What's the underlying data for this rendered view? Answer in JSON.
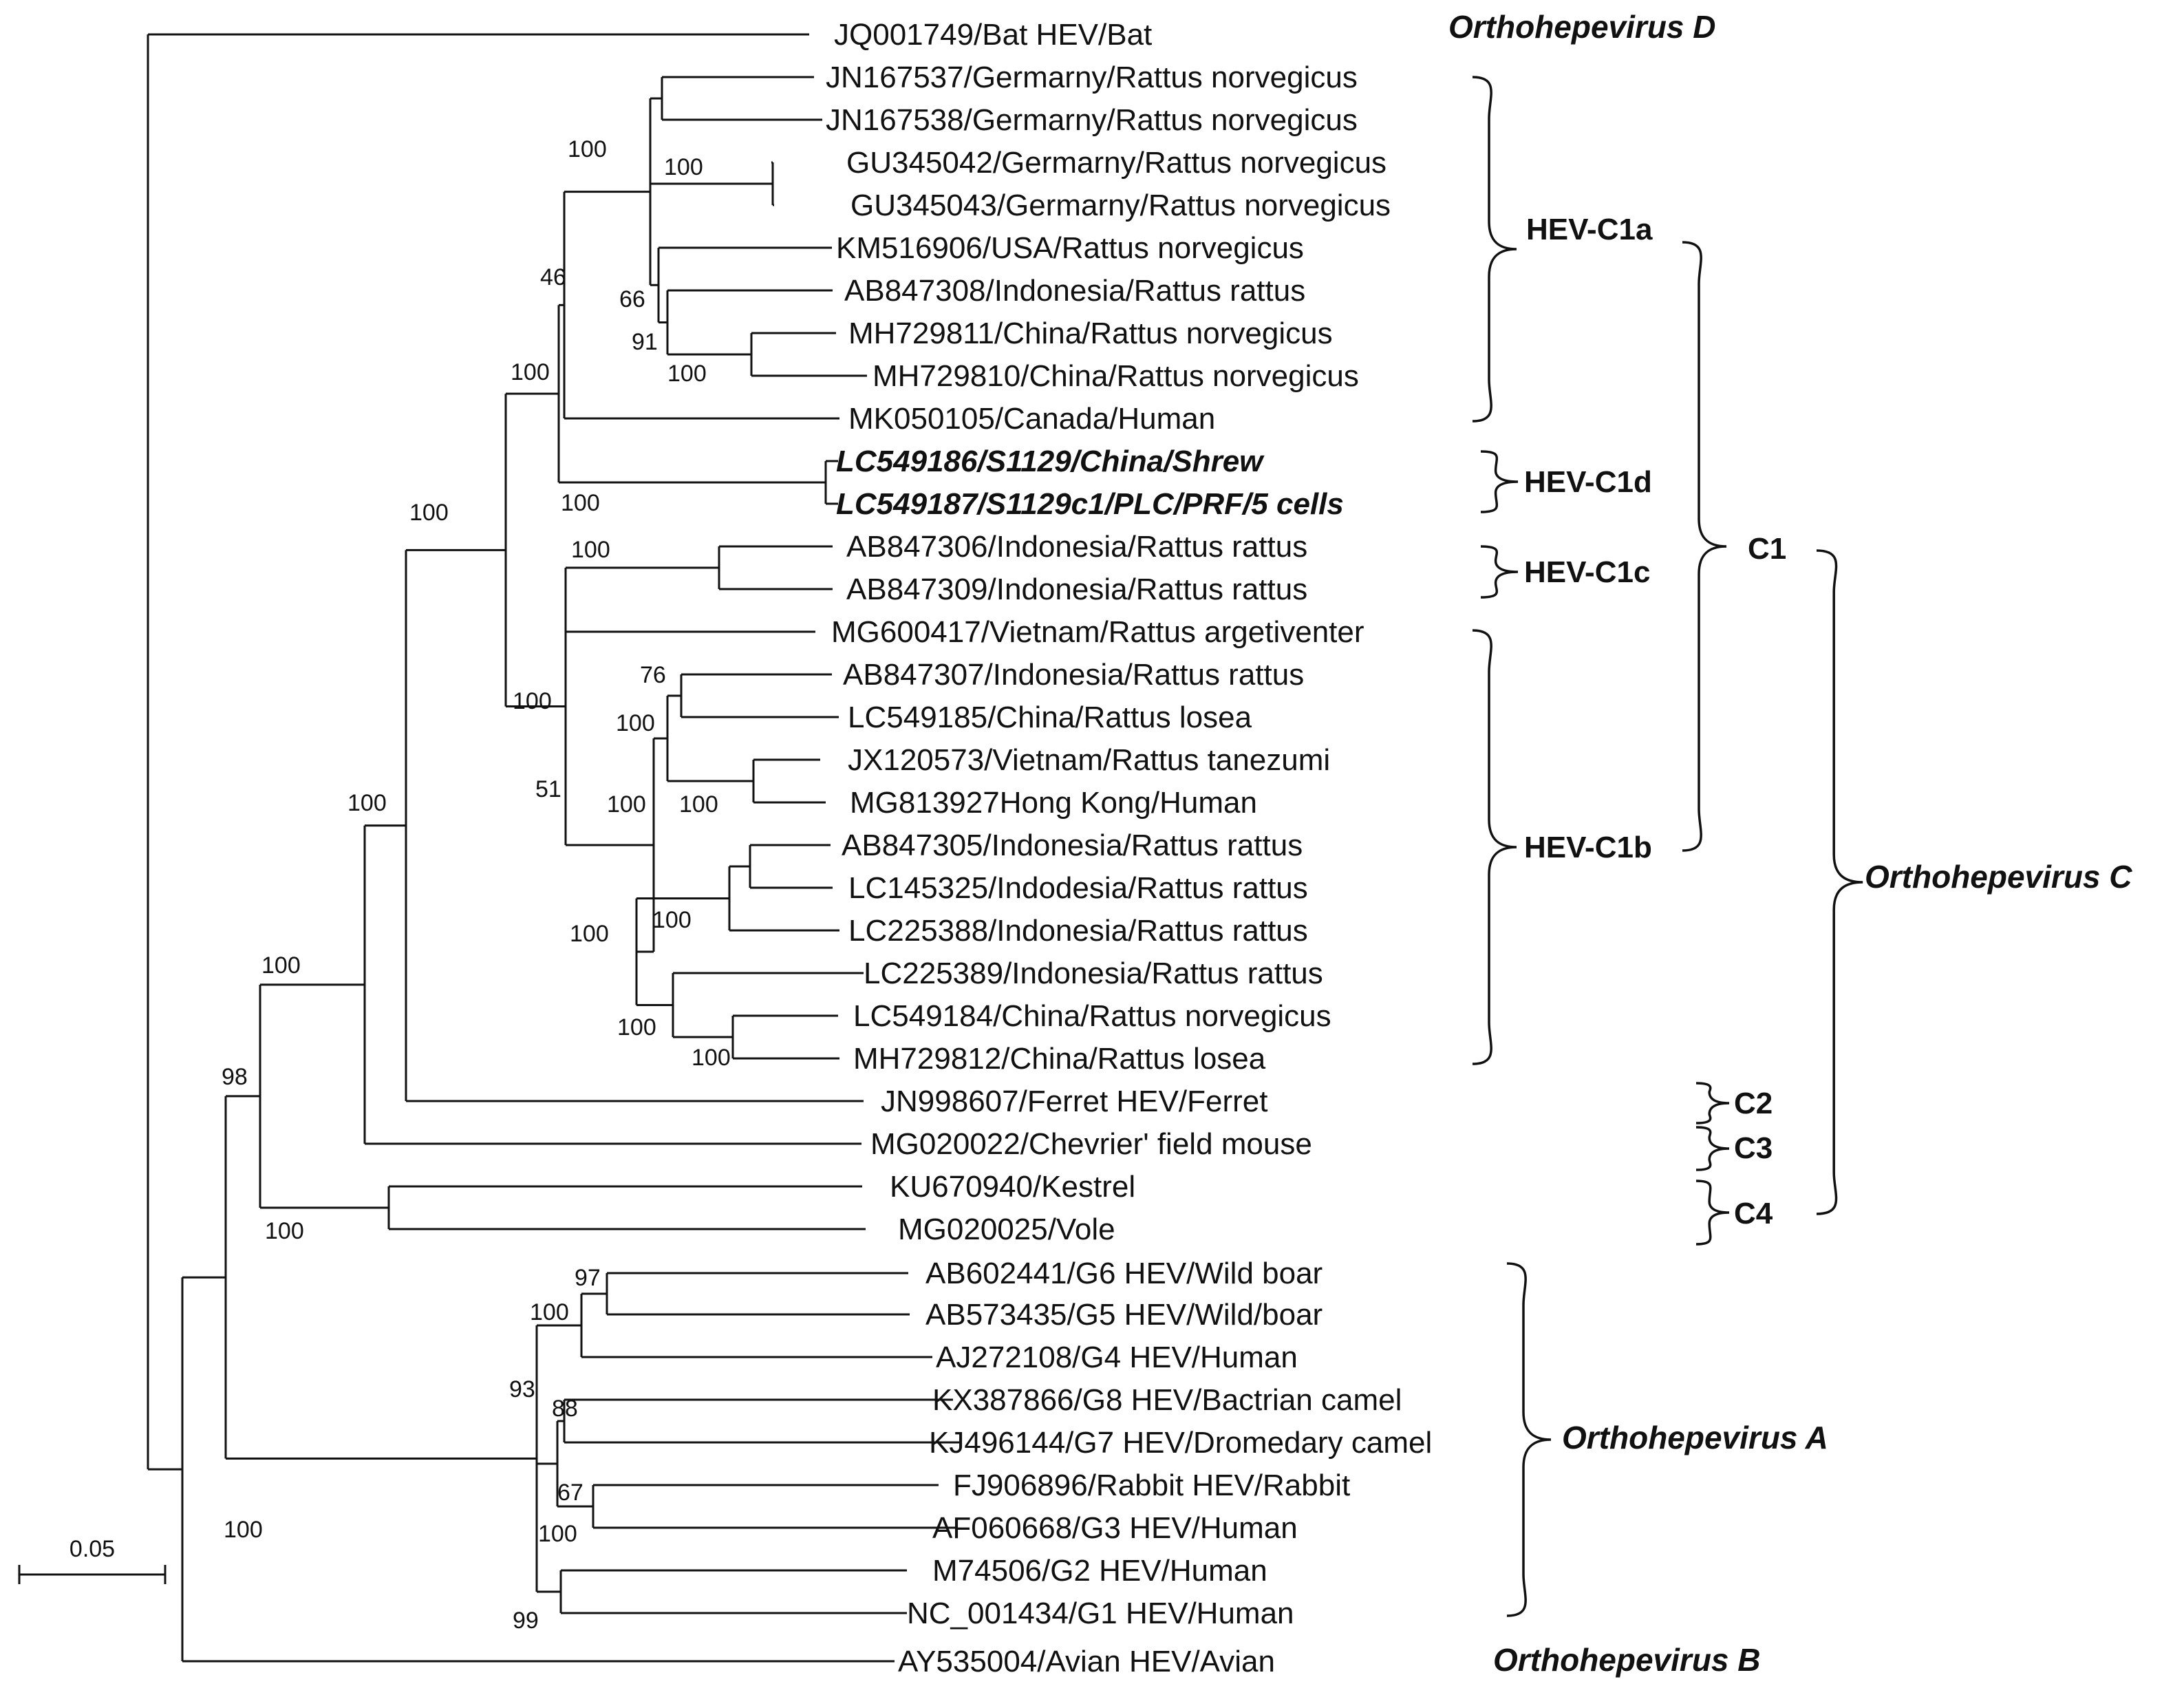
{
  "chart_data": {
    "type": "phylogenetic-tree",
    "scale_bar": {
      "label": "0.05",
      "value": 0.05
    },
    "taxa": [
      {
        "id": "t1",
        "label": "JQ001749/Bat HEV/Bat"
      },
      {
        "id": "t2",
        "label": "JN167537/Germarny/Rattus norvegicus"
      },
      {
        "id": "t3",
        "label": "JN167538/Germarny/Rattus norvegicus"
      },
      {
        "id": "t4",
        "label": "GU345042/Germarny/Rattus norvegicus"
      },
      {
        "id": "t5",
        "label": "GU345043/Germarny/Rattus norvegicus"
      },
      {
        "id": "t6",
        "label": "KM516906/USA/Rattus norvegicus"
      },
      {
        "id": "t7",
        "label": "AB847308/Indonesia/Rattus rattus"
      },
      {
        "id": "t8",
        "label": "MH729811/China/Rattus norvegicus"
      },
      {
        "id": "t9",
        "label": "MH729810/China/Rattus norvegicus"
      },
      {
        "id": "t10",
        "label": "MK050105/Canada/Human"
      },
      {
        "id": "t11",
        "label": "LC549186/S1129/China/Shrew",
        "highlight": true
      },
      {
        "id": "t12",
        "label": "LC549187/S1129c1/PLC/PRF/5 cells",
        "highlight": true
      },
      {
        "id": "t13",
        "label": "AB847306/Indonesia/Rattus rattus"
      },
      {
        "id": "t14",
        "label": "AB847309/Indonesia/Rattus rattus"
      },
      {
        "id": "t15",
        "label": "MG600417/Vietnam/Rattus argetiventer"
      },
      {
        "id": "t16",
        "label": "AB847307/Indonesia/Rattus rattus"
      },
      {
        "id": "t17",
        "label": "LC549185/China/Rattus losea"
      },
      {
        "id": "t18",
        "label": "JX120573/Vietnam/Rattus tanezumi"
      },
      {
        "id": "t19",
        "label": "MG813927Hong Kong/Human"
      },
      {
        "id": "t20",
        "label": "AB847305/Indonesia/Rattus rattus"
      },
      {
        "id": "t21",
        "label": "LC145325/Indodesia/Rattus rattus"
      },
      {
        "id": "t22",
        "label": "LC225388/Indonesia/Rattus rattus"
      },
      {
        "id": "t23",
        "label": "LC225389/Indonesia/Rattus rattus"
      },
      {
        "id": "t24",
        "label": "LC549184/China/Rattus norvegicus"
      },
      {
        "id": "t25",
        "label": "MH729812/China/Rattus losea"
      },
      {
        "id": "t26",
        "label": "JN998607/Ferret HEV/Ferret"
      },
      {
        "id": "t27",
        "label": "MG020022/Chevrier' field mouse"
      },
      {
        "id": "t28",
        "label": "KU670940/Kestrel"
      },
      {
        "id": "t29",
        "label": "MG020025/Vole"
      },
      {
        "id": "t30",
        "label": "AB602441/G6 HEV/Wild boar"
      },
      {
        "id": "t31",
        "label": "AB573435/G5 HEV/Wild/boar"
      },
      {
        "id": "t32",
        "label": "AJ272108/G4 HEV/Human"
      },
      {
        "id": "t33",
        "label": "KX387866/G8 HEV/Bactrian camel"
      },
      {
        "id": "t34",
        "label": "KJ496144/G7 HEV/Dromedary camel"
      },
      {
        "id": "t35",
        "label": "FJ906896/Rabbit HEV/Rabbit"
      },
      {
        "id": "t36",
        "label": "AF060668/G3 HEV/Human"
      },
      {
        "id": "t37",
        "label": "M74506/G2 HEV/Human"
      },
      {
        "id": "t38",
        "label": "NC_001434/G1 HEV/Human"
      },
      {
        "id": "t39",
        "label": "AY535004/Avian HEV/Avian"
      }
    ],
    "bootstrap": [
      "100",
      "100",
      "66",
      "91",
      "100",
      "46",
      "100",
      "100",
      "100",
      "100",
      "76",
      "100",
      "100",
      "100",
      "51",
      "100",
      "100",
      "100",
      "100",
      "100",
      "100",
      "100",
      "98",
      "100",
      "97",
      "100",
      "93",
      "88",
      "67",
      "100",
      "99",
      "100"
    ],
    "clades": [
      {
        "id": "c1a",
        "label": "HEV-C1a"
      },
      {
        "id": "c1d",
        "label": "HEV-C1d"
      },
      {
        "id": "c1c",
        "label": "HEV-C1c"
      },
      {
        "id": "c1b",
        "label": "HEV-C1b"
      },
      {
        "id": "c1",
        "label": "C1"
      },
      {
        "id": "c2",
        "label": "C2"
      },
      {
        "id": "c3",
        "label": "C3"
      },
      {
        "id": "c4",
        "label": "C4"
      },
      {
        "id": "ohc",
        "label": "Orthohepevirus C",
        "italic": true
      },
      {
        "id": "ohd",
        "label": "Orthohepevirus D",
        "italic": true
      },
      {
        "id": "oha",
        "label": "Orthohepevirus A",
        "italic": true
      },
      {
        "id": "ohb",
        "label": "Orthohepevirus B",
        "italic": true
      }
    ]
  }
}
